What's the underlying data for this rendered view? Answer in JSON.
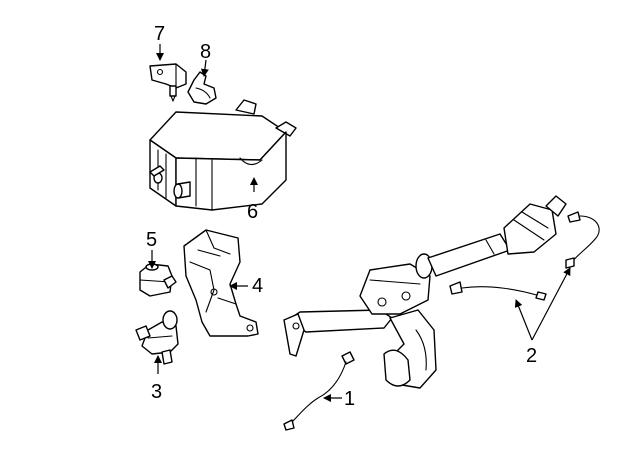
{
  "diagram": {
    "callouts": [
      {
        "id": "1",
        "label": "1"
      },
      {
        "id": "2",
        "label": "2"
      },
      {
        "id": "3",
        "label": "3"
      },
      {
        "id": "4",
        "label": "4"
      },
      {
        "id": "5",
        "label": "5"
      },
      {
        "id": "6",
        "label": "6"
      },
      {
        "id": "7",
        "label": "7"
      },
      {
        "id": "8",
        "label": "8"
      }
    ],
    "colors": {
      "line": "#000000",
      "background": "#ffffff"
    },
    "icons": [
      "arrow-head-icon"
    ]
  }
}
